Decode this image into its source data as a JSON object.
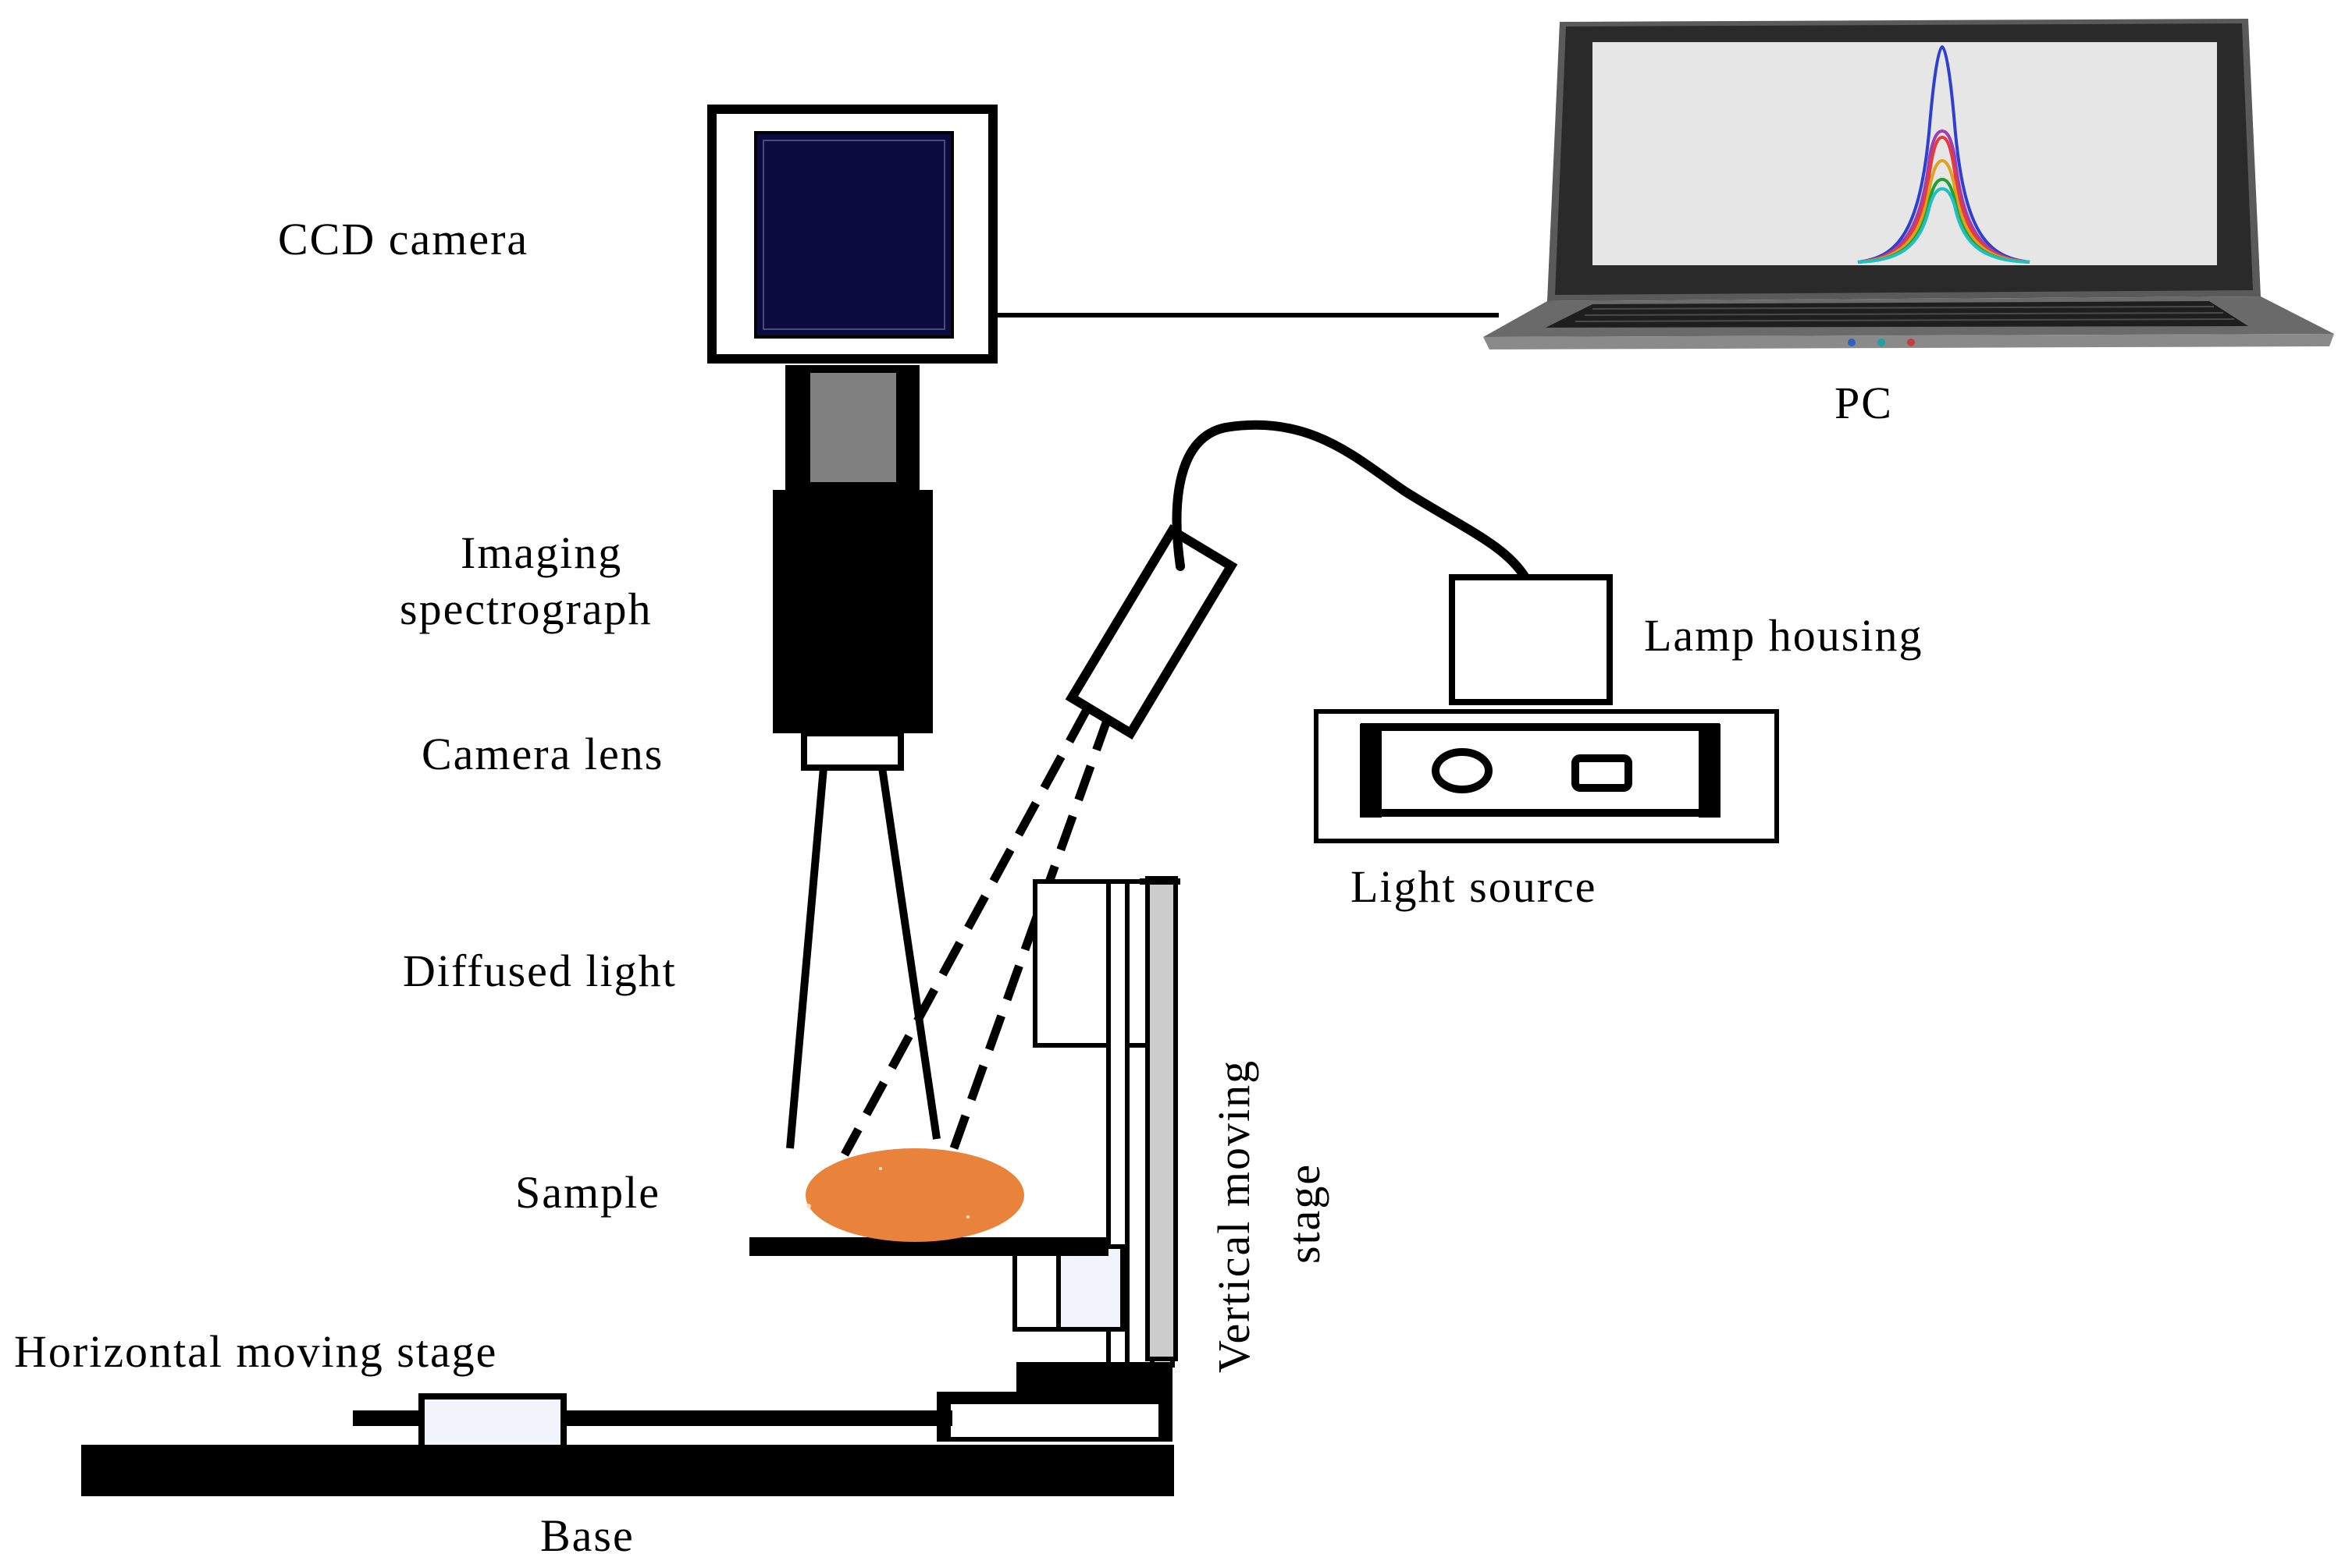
{
  "labels": {
    "ccd_camera": "CCD camera",
    "pc": "PC",
    "imaging_spectrograph_line1": "Imaging",
    "imaging_spectrograph_line2": "spectrograph",
    "camera_lens": "Camera lens",
    "lamp_housing": "Lamp housing",
    "light_source": "Light source",
    "diffused_light": "Diffused light",
    "sample": "Sample",
    "vertical_stage_line1": "Vertical moving",
    "vertical_stage_line2": "stage",
    "horizontal_stage": "Horizontal moving stage",
    "base": "Base"
  },
  "colors": {
    "line": "#000000",
    "ccd_screen": "#0b0b3e",
    "spectrograph_window": "#808080",
    "sample": "#e9823b",
    "stage_fill": "#f2f4fb",
    "rail": "#cccccc",
    "laptop_body": "#555555",
    "laptop_screen": "#e6e6e6",
    "spectrum_colors": [
      "#2f3fd0",
      "#a040b0",
      "#e83a3a",
      "#e0a020",
      "#20a030",
      "#20c0c0"
    ]
  },
  "icons": {
    "pc": "laptop-icon"
  }
}
